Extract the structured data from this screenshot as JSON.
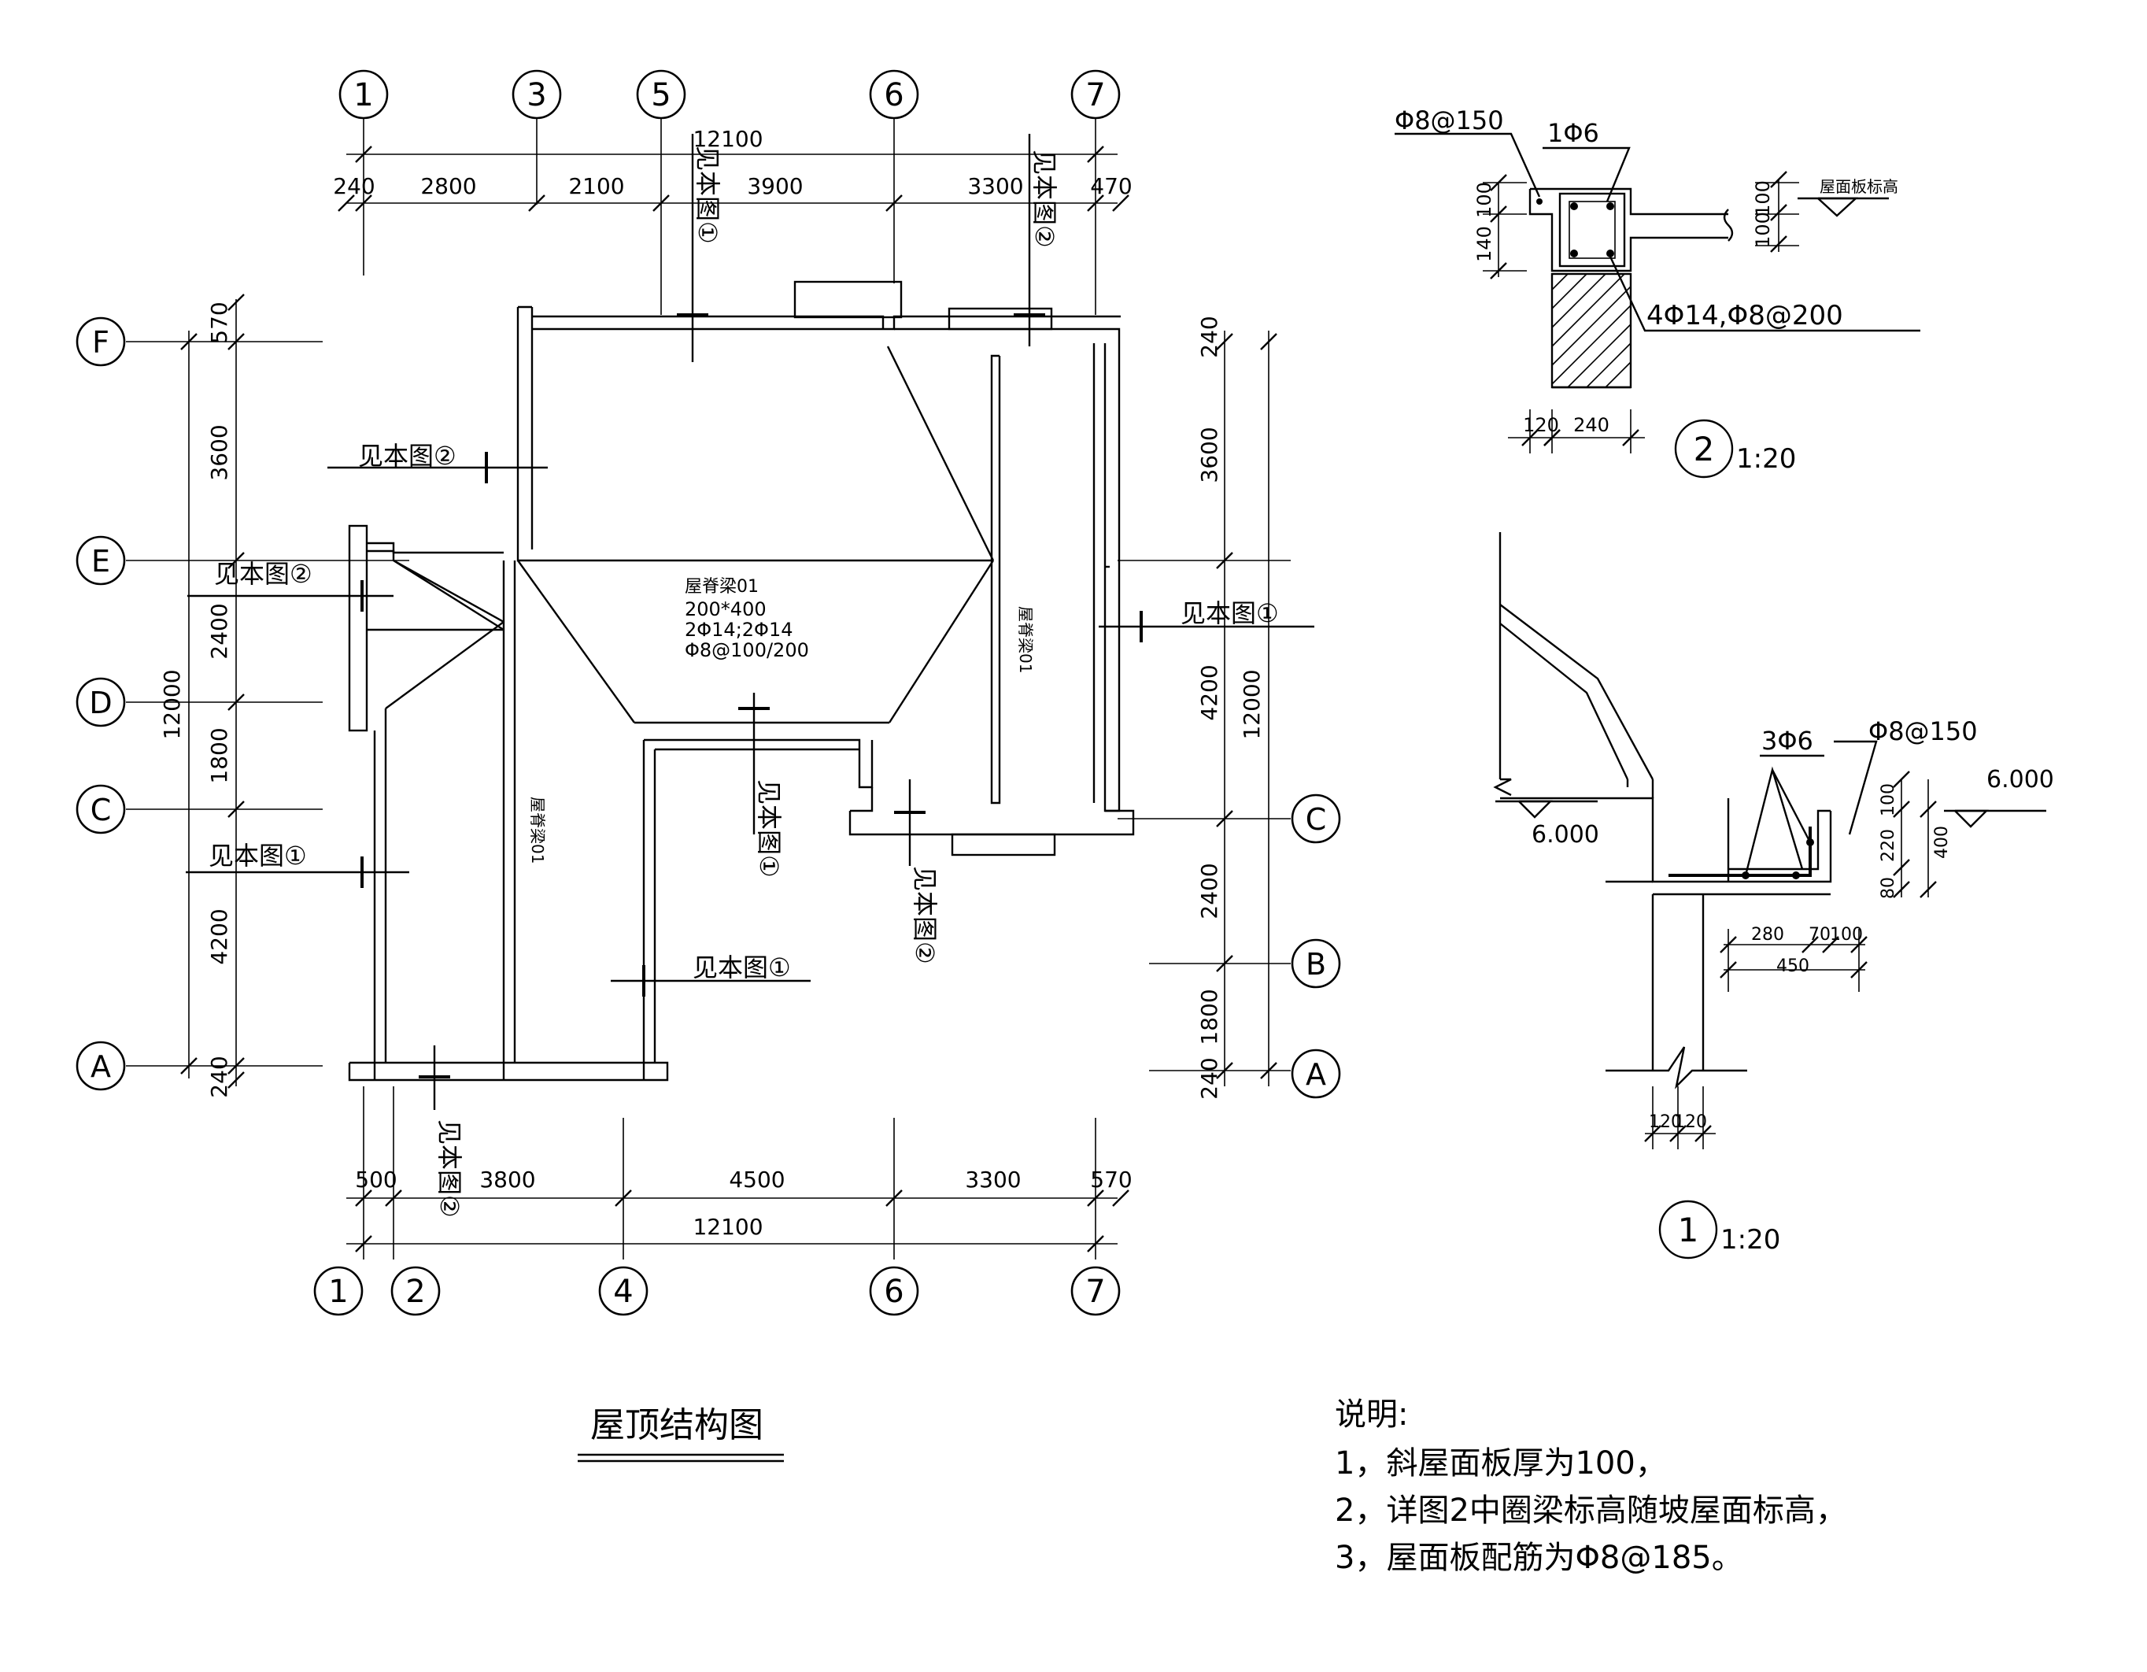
{
  "plan": {
    "title": "屋顶结构图",
    "top_axes": [
      "1",
      "3",
      "5",
      "6",
      "7"
    ],
    "bottom_axes": [
      "1",
      "2",
      "4",
      "6",
      "7"
    ],
    "left_axes": [
      "F",
      "E",
      "D",
      "C",
      "A"
    ],
    "right_axes": [
      "C",
      "B",
      "A"
    ],
    "top_total": "12100",
    "top_dims": [
      "240",
      "2800",
      "2100",
      "3900",
      "3300",
      "470"
    ],
    "bottom_total": "12100",
    "bottom_dims": [
      "500",
      "3800",
      "4500",
      "3300",
      "570"
    ],
    "left_total": "12000",
    "left_dims": [
      "570",
      "3600",
      "2400",
      "1800",
      "4200",
      "240"
    ],
    "right_total": "12000",
    "right_dims": [
      "240",
      "3600",
      "4200",
      "2400",
      "1800",
      "240"
    ],
    "see_refs": {
      "ref1": "见本图①",
      "ref2": "见本图②",
      "ref1_v": "见本图①",
      "ref2_v": "见本图②"
    },
    "beam": {
      "name": "屋脊梁01",
      "size": "200*400",
      "rebar": "2Φ14;2Φ14",
      "stirrup": "Φ8@100/200"
    }
  },
  "detail2": {
    "label": "2",
    "scale": "1:20",
    "rebar_top_left": "Φ8@150",
    "rebar_top": "1Φ6",
    "rebar_main": "4Φ14,Φ8@200",
    "elev_label": "屋面板标高",
    "dims_left": [
      "100",
      "140"
    ],
    "dims_right": [
      "100",
      "100"
    ],
    "dims_bottom": [
      "120",
      "240"
    ]
  },
  "detail1": {
    "label": "1",
    "scale": "1:20",
    "rebar_a": "3Φ6",
    "rebar_b": "Φ8@150",
    "elev_left": "6.000",
    "elev_right": "6.000",
    "dims_v": [
      "100",
      "220",
      "80",
      "400"
    ],
    "dims_h": [
      "280",
      "70",
      "100",
      "450"
    ],
    "dims_bottom": [
      "120",
      "120"
    ]
  },
  "notes": {
    "heading": "说明:",
    "items": [
      "1，斜屋面板厚为100，",
      "2，详图2中圈梁标高随坡屋面标高，",
      "3，屋面板配筋为Φ8@185。"
    ]
  }
}
